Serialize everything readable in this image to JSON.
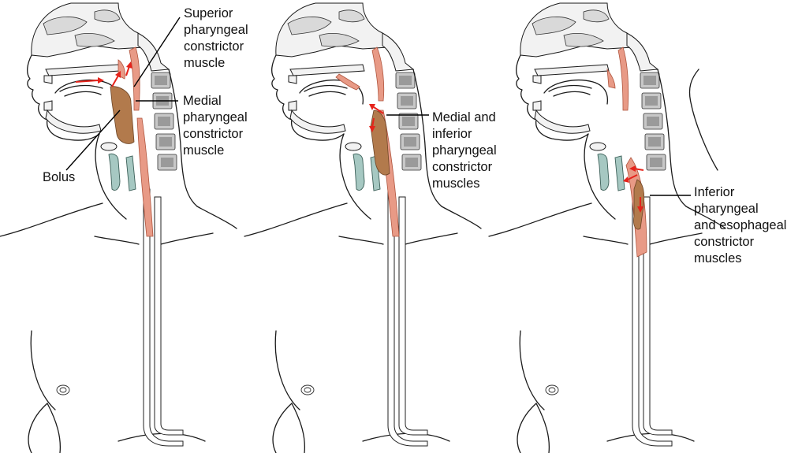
{
  "labels": {
    "superior_muscle": "Superior\npharyngeal\nconstrictor\nmuscle",
    "medial_muscle": "Medial\npharyngeal\nconstrictor\nmuscle",
    "bolus": "Bolus",
    "medial_inferior_muscles": "Medial and\ninferior\npharyngeal\nconstrictor\nmuscles",
    "inferior_esophageal_muscles": "Inferior\npharyngeal\nand esophageal\nconstrictor\nmuscles"
  },
  "colors": {
    "muscle": "#e89a86",
    "bolus": "#b27a4c",
    "cartilage": "#a6c8c2",
    "arrow": "#e5231b",
    "bone": "#d9d9d9"
  }
}
